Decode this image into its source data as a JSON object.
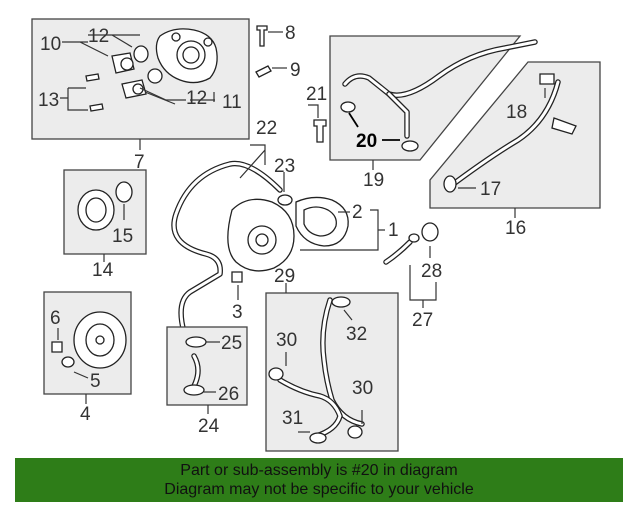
{
  "callouts": {
    "c1": "1",
    "c2": "2",
    "c3": "3",
    "c4": "4",
    "c5": "5",
    "c6": "6",
    "c7": "7",
    "c8": "8",
    "c9": "9",
    "c10": "10",
    "c11": "11",
    "c12a": "12",
    "c12b": "12",
    "c13": "13",
    "c14": "14",
    "c15": "15",
    "c16": "16",
    "c17": "17",
    "c18": "18",
    "c19": "19",
    "c20": "20",
    "c21": "21",
    "c22": "22",
    "c23": "23",
    "c24": "24",
    "c25": "25",
    "c26": "26",
    "c27": "27",
    "c28": "28",
    "c29": "29",
    "c30a": "30",
    "c30b": "30",
    "c31": "31",
    "c32": "32"
  },
  "highlighted_part": "20",
  "colors": {
    "banner": "#2e7d18",
    "panel": "#ececec",
    "ink": "#333333"
  },
  "banner": {
    "line1": "Part or sub-assembly is #20 in diagram",
    "line2": "Diagram may not be specific to your vehicle"
  }
}
